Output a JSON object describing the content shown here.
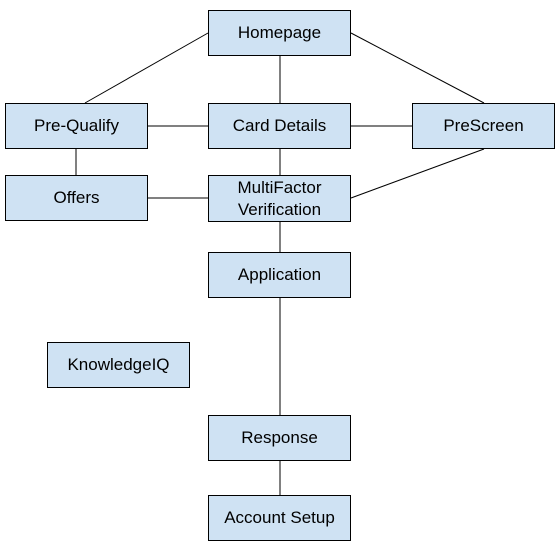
{
  "nodes": {
    "homepage": "Homepage",
    "prequalify": "Pre-Qualify",
    "card_details": "Card Details",
    "prescreen": "PreScreen",
    "offers": "Offers",
    "multifactor": "MultiFactor\nVerification",
    "application": "Application",
    "knowledgeiq": "KnowledgeIQ",
    "response": "Response",
    "account_setup": "Account Setup"
  },
  "edges": [
    [
      "homepage",
      "prequalify"
    ],
    [
      "homepage",
      "card_details"
    ],
    [
      "homepage",
      "prescreen"
    ],
    [
      "prequalify",
      "card_details"
    ],
    [
      "card_details",
      "prescreen"
    ],
    [
      "prequalify",
      "offers"
    ],
    [
      "card_details",
      "multifactor"
    ],
    [
      "offers",
      "multifactor"
    ],
    [
      "prescreen",
      "multifactor"
    ],
    [
      "multifactor",
      "application"
    ],
    [
      "application",
      "response"
    ],
    [
      "response",
      "account_setup"
    ]
  ],
  "colors": {
    "node_fill": "#cfe2f3",
    "node_border": "#000000",
    "edge": "#000000"
  }
}
